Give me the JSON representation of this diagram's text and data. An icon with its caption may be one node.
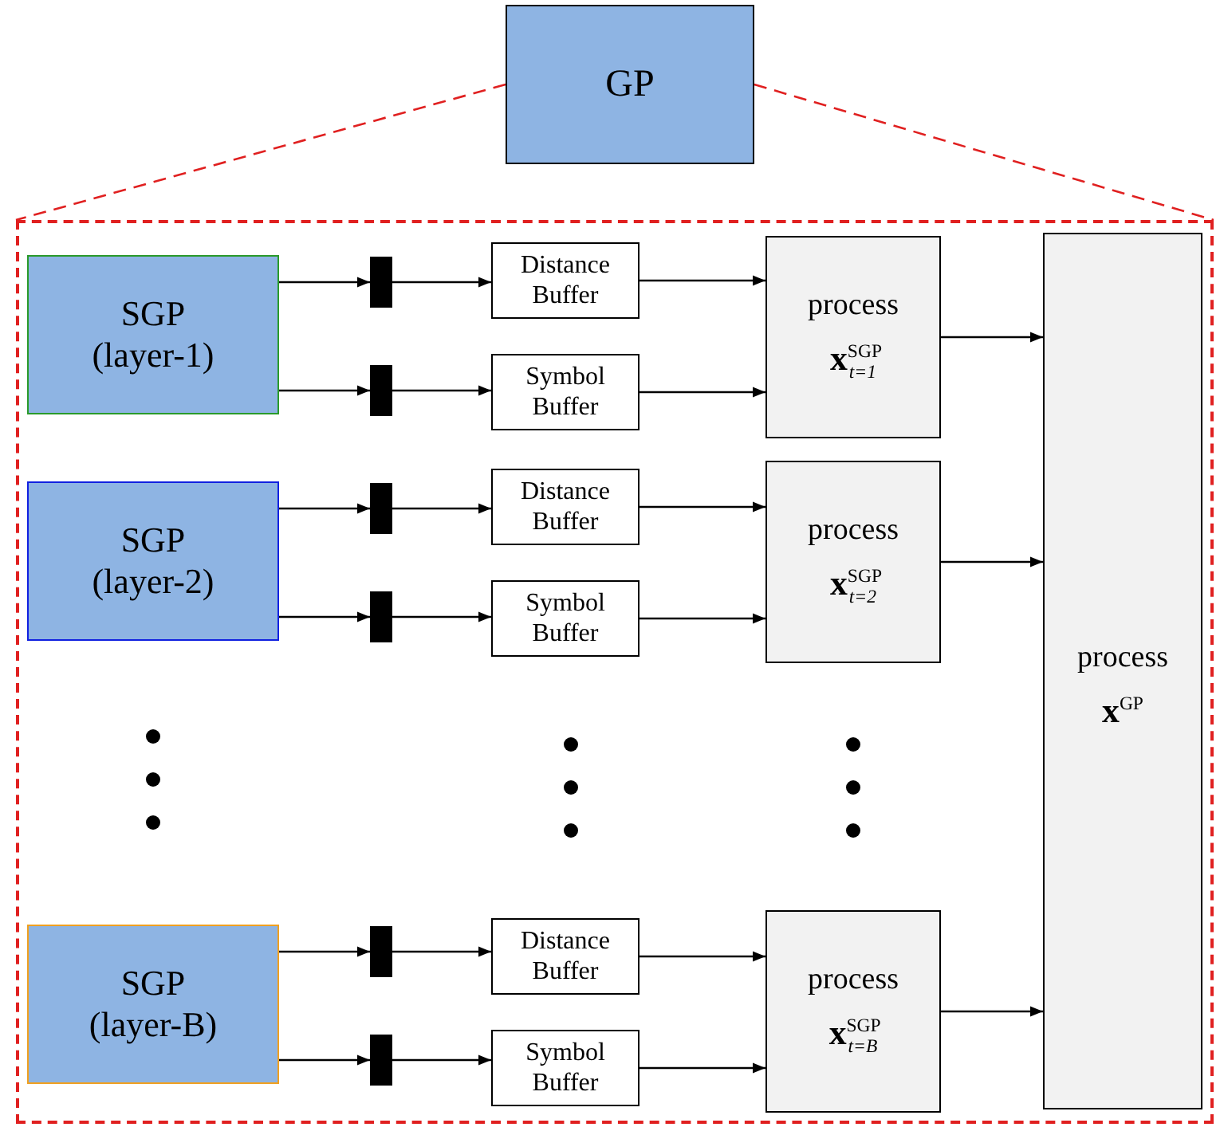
{
  "diagram": {
    "nodes": [
      {
        "text": [
          "GP"
        ]
      },
      {
        "text": [],
        "shape": "box"
      },
      {
        "text": [
          "SGP (layer-1)"
        ],
        "in": 1
      },
      {
        "text": [],
        "shape": "bar",
        "in": 1
      },
      {
        "text": [
          "Distance Buffer"
        ],
        "in": 1
      },
      {
        "text": [],
        "shape": "bar",
        "in": 1
      },
      {
        "text": [
          "Symbol Buffer"
        ],
        "in": 1
      },
      {
        "text": [
          "process",
          "**x**$^{SGP}$$_{t=1}$"
        ],
        "in": 1
      },
      {
        "text": [
          "SGP (layer-2)"
        ],
        "in": 1
      },
      {
        "text": [],
        "shape": "bar",
        "in": 1
      },
      {
        "text": [
          "Distance Buffer"
        ],
        "in": 1
      },
      {
        "text": [],
        "shape": "bar",
        "in": 1
      },
      {
        "text": [
          "Symbol Buffer"
        ],
        "in": 1
      },
      {
        "text": [
          "process",
          "**x**$^{SGP}$$_{t=2}$"
        ],
        "in": 1
      },
      {
        "text": [
          "SGP (layer-B)"
        ],
        "in": 1
      },
      {
        "text": [],
        "shape": "bar",
        "in": 1
      },
      {
        "text": [
          "Distance Buffer"
        ],
        "in": 1
      },
      {
        "text": [],
        "shape": "bar",
        "in": 1
      },
      {
        "text": [
          "Symbol Buffer"
        ],
        "in": 1
      },
      {
        "text": [
          "process",
          "**x**$^{SGP}$$_{t=B}$"
        ],
        "in": 1
      },
      {
        "text": [
          "process",
          "**x**$^{GP}$"
        ],
        "in": 1
      }
    ],
    "edges": [
      {
        "from": 0,
        "to": 1,
        "arrow": "none",
        "style": "dashed",
        "color": "#e02020"
      },
      {
        "from": 0,
        "to": 1,
        "arrow": "none",
        "style": "dashed",
        "color": "#e02020"
      },
      {
        "from": 2,
        "to": 3,
        "arrow": "to"
      },
      {
        "from": 3,
        "to": 4,
        "arrow": "to"
      },
      {
        "from": 4,
        "to": 7,
        "arrow": "to"
      },
      {
        "from": 2,
        "to": 5,
        "arrow": "to"
      },
      {
        "from": 5,
        "to": 6,
        "arrow": "to"
      },
      {
        "from": 6,
        "to": 7,
        "arrow": "to"
      },
      {
        "from": 7,
        "to": 20,
        "arrow": "to"
      },
      {
        "from": 8,
        "to": 9,
        "arrow": "to"
      },
      {
        "from": 9,
        "to": 10,
        "arrow": "to"
      },
      {
        "from": 10,
        "to": 13,
        "arrow": "to"
      },
      {
        "from": 8,
        "to": 11,
        "arrow": "to"
      },
      {
        "from": 11,
        "to": 12,
        "arrow": "to"
      },
      {
        "from": 12,
        "to": 13,
        "arrow": "to"
      },
      {
        "from": 13,
        "to": 20,
        "arrow": "to"
      },
      {
        "from": 14,
        "to": 15,
        "arrow": "to"
      },
      {
        "from": 15,
        "to": 16,
        "arrow": "to"
      },
      {
        "from": 16,
        "to": 19,
        "arrow": "to"
      },
      {
        "from": 14,
        "to": 17,
        "arrow": "to"
      },
      {
        "from": 17,
        "to": 18,
        "arrow": "to"
      },
      {
        "from": 18,
        "to": 19,
        "arrow": "to"
      },
      {
        "from": 19,
        "to": 20,
        "arrow": "to"
      }
    ]
  }
}
